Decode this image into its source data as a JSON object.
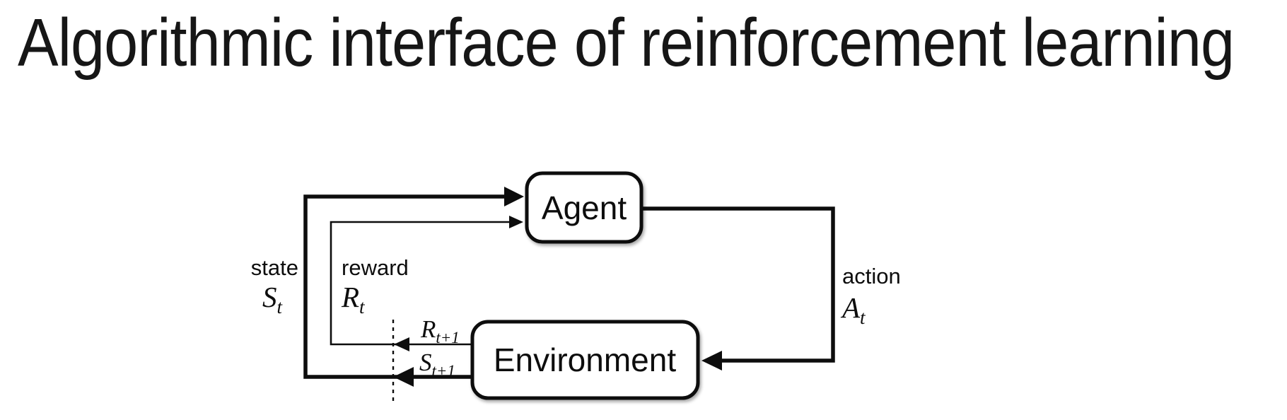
{
  "title": "Algorithmic interface of reinforcement learning",
  "diagram": {
    "agent_label": "Agent",
    "environment_label": "Environment",
    "state": {
      "word": "state",
      "symbol": "S",
      "subscript": "t"
    },
    "reward": {
      "word": "reward",
      "symbol": "R",
      "subscript": "t"
    },
    "action": {
      "word": "action",
      "symbol": "A",
      "subscript": "t"
    },
    "next_reward": {
      "symbol": "R",
      "subscript": "t+1"
    },
    "next_state": {
      "symbol": "S",
      "subscript": "t+1"
    },
    "colors": {
      "ink": "#0d0d0d",
      "background": "#ffffff",
      "title_text": "#161616"
    }
  }
}
